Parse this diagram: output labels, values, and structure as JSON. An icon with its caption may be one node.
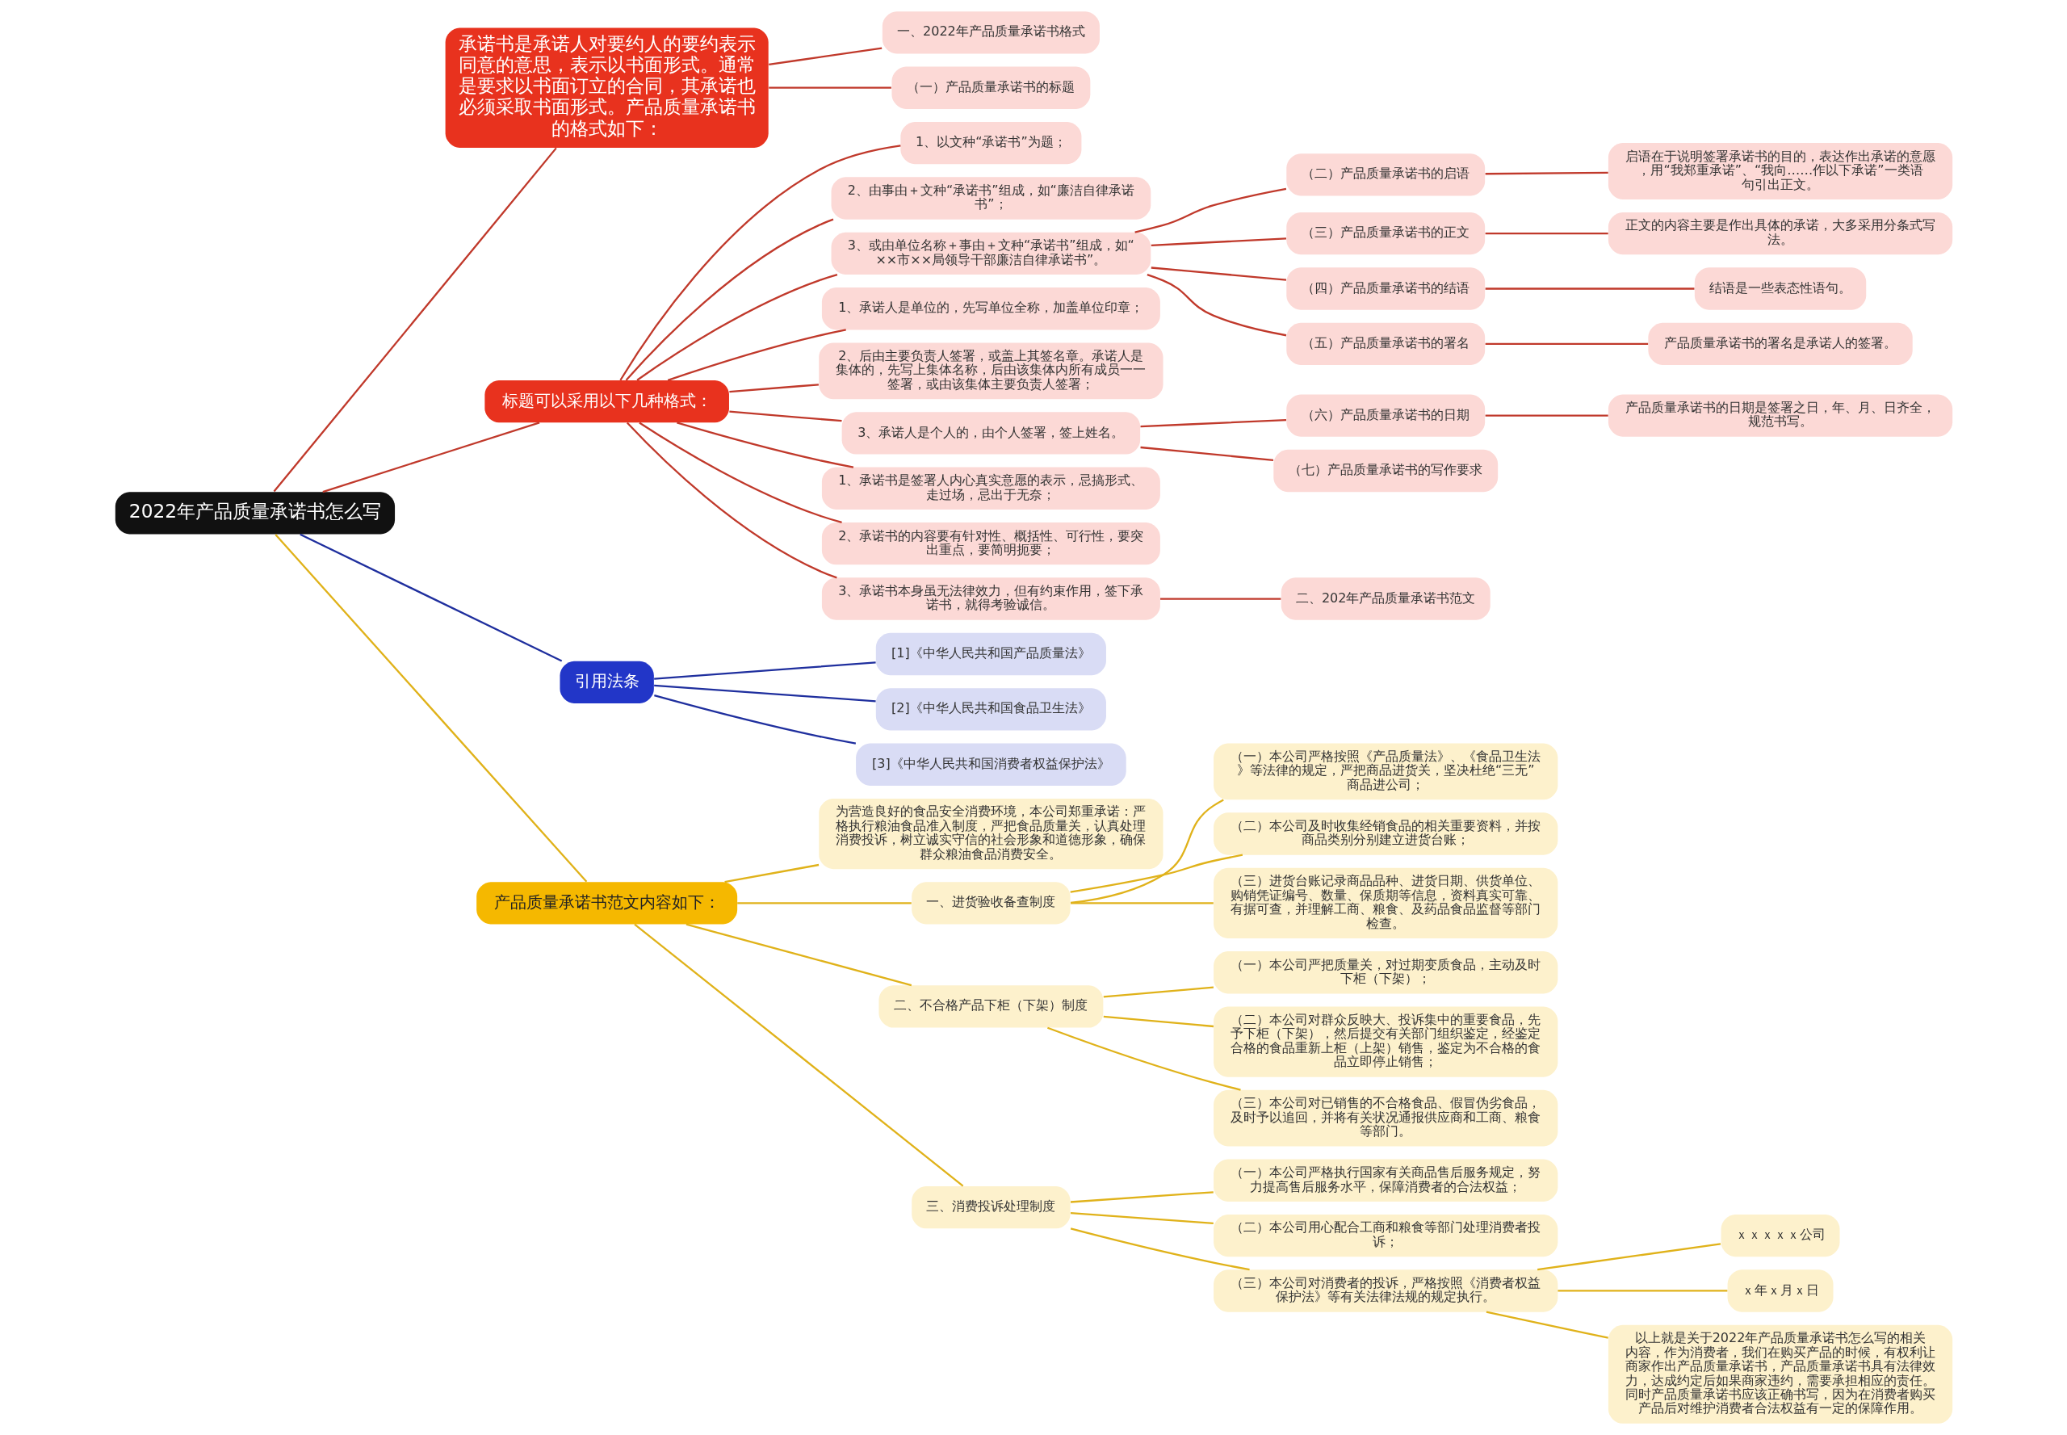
{
  "diagram": {
    "nodes": [
      {
        "text": [
          "2022年产品质量承诺书怎么写"
        ]
      },
      {
        "text": [
          "承诺书是承诺人对要约人的要约表示同意的意思，表示以书面形式。通常是要求以书面订立的合同，其承诺也必须采取书面形式。产品质量承诺书的格式如下："
        ]
      },
      {
        "text": [
          "一、2022年产品质量承诺书格式"
        ]
      },
      {
        "text": [
          "（一）产品质量承诺书的标题"
        ]
      },
      {
        "text": [
          "标题可以采用以下几种格式："
        ]
      },
      {
        "text": [
          "1、以文种“承诺书”为题；"
        ]
      },
      {
        "text": [
          "2、由事由＋文种“承诺书”组成，如“廉洁自律承诺书”；"
        ]
      },
      {
        "text": [
          "3、或由单位名称＋事由＋文种“承诺书”组成，如“××市××局领导干部廉洁自律承诺书”。"
        ]
      },
      {
        "text": [
          "（二）产品质量承诺书的启语"
        ]
      },
      {
        "text": [
          "启语在于说明签署承诺书的目的，表达作出承诺的意愿，用“我郑重承诺”、“我向……作以下承诺”一类语句引出正文。"
        ]
      },
      {
        "text": [
          "（三）产品质量承诺书的正文"
        ]
      },
      {
        "text": [
          "正文的内容主要是作出具体的承诺，大多采用分条式写法。"
        ]
      },
      {
        "text": [
          "（四）产品质量承诺书的结语"
        ]
      },
      {
        "text": [
          "结语是一些表态性语句。"
        ]
      },
      {
        "text": [
          "（五）产品质量承诺书的署名"
        ]
      },
      {
        "text": [
          "产品质量承诺书的署名是承诺人的签署。"
        ]
      },
      {
        "text": [
          "1、承诺人是单位的，先写单位全称，加盖单位印章；"
        ]
      },
      {
        "text": [
          "2、后由主要负责人签署，或盖上其签名章。承诺人是集体的，先写上集体名称，后由该集体内所有成员一一签署，或由该集体主要负责人签署；"
        ]
      },
      {
        "text": [
          "3、承诺人是个人的，由个人签署，签上姓名。"
        ]
      },
      {
        "text": [
          "（六）产品质量承诺书的日期"
        ]
      },
      {
        "text": [
          "产品质量承诺书的日期是签署之日，年、月、日齐全，规范书写。"
        ]
      },
      {
        "text": [
          "（七）产品质量承诺书的写作要求"
        ]
      },
      {
        "text": [
          "1、承诺书是签署人内心真实意愿的表示，忌搞形式、走过场，忌出于无奈；"
        ]
      },
      {
        "text": [
          "2、承诺书的内容要有针对性、概括性、可行性，要突出重点，要简明扼要；"
        ]
      },
      {
        "text": [
          "3、承诺书本身虽无法律效力，但有约束作用，签下承诺书，就得考验诚信。"
        ]
      },
      {
        "text": [
          "二、202年产品质量承诺书范文"
        ]
      },
      {
        "text": [
          "引用法条"
        ]
      },
      {
        "text": [
          "[1]《中华人民共和国产品质量法》"
        ]
      },
      {
        "text": [
          "[2]《中华人民共和国食品卫生法》"
        ]
      },
      {
        "text": [
          "[3]《中华人民共和国消费者权益保护法》"
        ]
      },
      {
        "text": [
          "产品质量承诺书范文内容如下："
        ]
      },
      {
        "text": [
          "为营造良好的食品安全消费环境，本公司郑重承诺：严格执行粮油食品准入制度，严把食品质量关，认真处理消费投诉，树立诚实守信的社会形象和道德形象，确保群众粮油食品消费安全。"
        ]
      },
      {
        "text": [
          "一、进货验收备查制度"
        ]
      },
      {
        "text": [
          "（一）本公司严格按照《产品质量法》、《食品卫生法》等法律的规定，严把商品进货关，坚决杜绝“三无”商品进公司；"
        ]
      },
      {
        "text": [
          "（二）本公司及时收集经销食品的相关重要资料，并按商品类别分别建立进货台账；"
        ]
      },
      {
        "text": [
          "（三）进货台账记录商品品种、进货日期、供货单位、购销凭证编号、数量、保质期等信息，资料真实可靠、有据可查，并理解工商、粮食、及药品食品监督等部门检查。"
        ]
      },
      {
        "text": [
          "二、不合格产品下柜（下架）制度"
        ]
      },
      {
        "text": [
          "（一）本公司严把质量关，对过期变质食品，主动及时下柜（下架）；"
        ]
      },
      {
        "text": [
          "（二）本公司对群众反映大、投诉集中的重要食品，先予下柜（下架），然后提交有关部门组织鉴定，经鉴定合格的食品重新上柜（上架）销售，鉴定为不合格的食品立即停止销售；"
        ]
      },
      {
        "text": [
          "（三）本公司对已销售的不合格食品、假冒伪劣食品，及时予以追回，并将有关状况通报供应商和工商、粮食等部门。"
        ]
      },
      {
        "text": [
          "三、消费投诉处理制度"
        ]
      },
      {
        "text": [
          "（一）本公司严格执行国家有关商品售后服务规定，努力提高售后服务水平，保障消费者的合法权益；"
        ]
      },
      {
        "text": [
          "（二）本公司用心配合工商和粮食等部门处理消费者投诉；"
        ]
      },
      {
        "text": [
          "（三）本公司对消费者的投诉，严格按照《消费者权益保护法》等有关法律法规的规定执行。"
        ]
      },
      {
        "text": [
          "ｘｘｘｘｘ公司"
        ]
      },
      {
        "text": [
          "ｘ年ｘ月ｘ日"
        ]
      },
      {
        "text": [
          "以上就是关于2022年产品质量承诺书怎么写的相关内容，作为消费者，我们在购买产品的时候，有权利让商家作出产品质量承诺书，产品质量承诺书具有法律效力，达成约定后如果商家违约，需要承担相应的责任。同时产品质量承诺书应该正确书写，因为在消费者购买产品后对维护消费者合法权益有一定的保障作用。"
        ]
      }
    ],
    "edges": [
      {
        "from": 0,
        "to": 1,
        "arrow": "none"
      },
      {
        "from": 1,
        "to": 2,
        "arrow": "none"
      },
      {
        "from": 1,
        "to": 3,
        "arrow": "none"
      },
      {
        "from": 0,
        "to": 4,
        "arrow": "none"
      },
      {
        "from": 4,
        "to": 5,
        "arrow": "none"
      },
      {
        "from": 4,
        "to": 6,
        "arrow": "none"
      },
      {
        "from": 4,
        "to": 7,
        "arrow": "none"
      },
      {
        "from": 7,
        "to": 8,
        "arrow": "none"
      },
      {
        "from": 8,
        "to": 9,
        "arrow": "none"
      },
      {
        "from": 7,
        "to": 10,
        "arrow": "none"
      },
      {
        "from": 10,
        "to": 11,
        "arrow": "none"
      },
      {
        "from": 7,
        "to": 12,
        "arrow": "none"
      },
      {
        "from": 12,
        "to": 13,
        "arrow": "none"
      },
      {
        "from": 7,
        "to": 14,
        "arrow": "none"
      },
      {
        "from": 14,
        "to": 15,
        "arrow": "none"
      },
      {
        "from": 4,
        "to": 16,
        "arrow": "none"
      },
      {
        "from": 4,
        "to": 17,
        "arrow": "none"
      },
      {
        "from": 4,
        "to": 18,
        "arrow": "none"
      },
      {
        "from": 18,
        "to": 19,
        "arrow": "none"
      },
      {
        "from": 19,
        "to": 20,
        "arrow": "none"
      },
      {
        "from": 18,
        "to": 21,
        "arrow": "none"
      },
      {
        "from": 4,
        "to": 22,
        "arrow": "none"
      },
      {
        "from": 4,
        "to": 23,
        "arrow": "none"
      },
      {
        "from": 4,
        "to": 24,
        "arrow": "none"
      },
      {
        "from": 24,
        "to": 25,
        "arrow": "none"
      },
      {
        "from": 0,
        "to": 26,
        "arrow": "none",
        "color": "#1f2f9e"
      },
      {
        "from": 26,
        "to": 27,
        "arrow": "none",
        "color": "#1f2f9e"
      },
      {
        "from": 26,
        "to": 28,
        "arrow": "none",
        "color": "#1f2f9e"
      },
      {
        "from": 26,
        "to": 29,
        "arrow": "none",
        "color": "#1f2f9e"
      },
      {
        "from": 0,
        "to": 30,
        "arrow": "none",
        "color": "#e0b21a"
      },
      {
        "from": 30,
        "to": 31,
        "arrow": "none",
        "color": "#e0b21a"
      },
      {
        "from": 30,
        "to": 32,
        "arrow": "none",
        "color": "#e0b21a"
      },
      {
        "from": 32,
        "to": 33,
        "arrow": "none",
        "color": "#e0b21a"
      },
      {
        "from": 32,
        "to": 34,
        "arrow": "none",
        "color": "#e0b21a"
      },
      {
        "from": 32,
        "to": 35,
        "arrow": "none",
        "color": "#e0b21a"
      },
      {
        "from": 30,
        "to": 36,
        "arrow": "none",
        "color": "#e0b21a"
      },
      {
        "from": 36,
        "to": 37,
        "arrow": "none",
        "color": "#e0b21a"
      },
      {
        "from": 36,
        "to": 38,
        "arrow": "none",
        "color": "#e0b21a"
      },
      {
        "from": 36,
        "to": 39,
        "arrow": "none",
        "color": "#e0b21a"
      },
      {
        "from": 30,
        "to": 40,
        "arrow": "none",
        "color": "#e0b21a"
      },
      {
        "from": 40,
        "to": 41,
        "arrow": "none",
        "color": "#e0b21a"
      },
      {
        "from": 40,
        "to": 42,
        "arrow": "none",
        "color": "#e0b21a"
      },
      {
        "from": 40,
        "to": 43,
        "arrow": "none",
        "color": "#e0b21a"
      },
      {
        "from": 43,
        "to": 44,
        "arrow": "none",
        "color": "#e0b21a"
      },
      {
        "from": 43,
        "to": 45,
        "arrow": "none",
        "color": "#e0b21a"
      },
      {
        "from": 43,
        "to": 46,
        "arrow": "none",
        "color": "#e0b21a"
      }
    ]
  }
}
